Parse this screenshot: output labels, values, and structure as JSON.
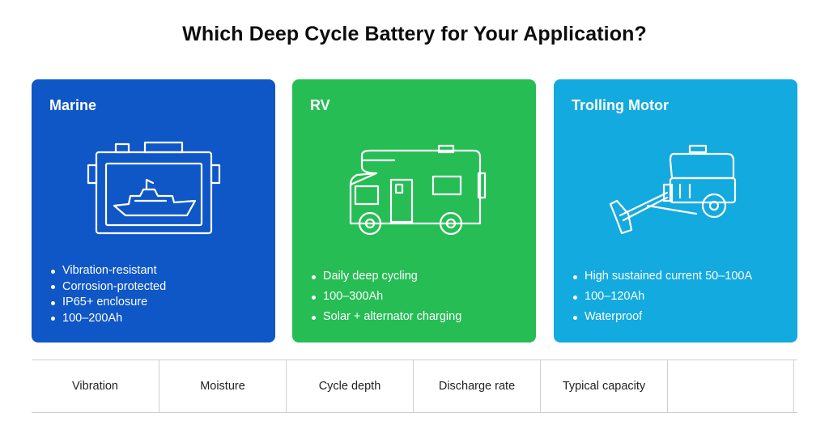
{
  "title": "Which Deep Cycle Battery for Your Application?",
  "colors": {
    "marine": "#0f56c7",
    "rv": "#26bd55",
    "trolling": "#13aadf"
  },
  "cards": [
    {
      "title": "Marine",
      "icon": "battery-boat-icon",
      "bullets": [
        "Vibration-resistant",
        "Corrosion-protected",
        "IP65+ enclosure",
        "100–200Ah"
      ]
    },
    {
      "title": "RV",
      "icon": "rv-camper-icon",
      "bullets": [
        "Daily deep cycling",
        "100–300Ah",
        "Solar + alternator charging"
      ]
    },
    {
      "title": "Trolling Motor",
      "icon": "trolling-motor-icon",
      "bullets": [
        "High sustained current 50–100A",
        "100–120Ah",
        "Waterproof"
      ]
    }
  ],
  "table": {
    "headers": [
      "Vibration",
      "Moisture",
      "Cycle depth",
      "Discharge rate",
      "Typical capacity",
      ""
    ]
  }
}
